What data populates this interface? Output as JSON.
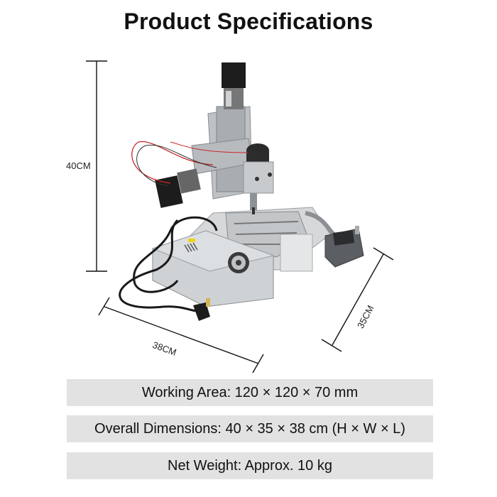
{
  "header": {
    "title": "Product Specifications"
  },
  "figure": {
    "subject": "desktop CNC milling machine with power supply and handheld controller",
    "dimension_labels": {
      "height": "40CM",
      "length": "38CM",
      "width": "35CM"
    }
  },
  "specs": [
    {
      "label": "Working Area: 120 × 120 × 70 mm"
    },
    {
      "label": "Overall Dimensions: 40 × 35 × 38 cm (H × W × L)"
    },
    {
      "label": "Net Weight: Approx. 10 kg"
    }
  ],
  "colors": {
    "background": "#ffffff",
    "spec_bar": "#e2e2e2",
    "text": "#111111"
  }
}
